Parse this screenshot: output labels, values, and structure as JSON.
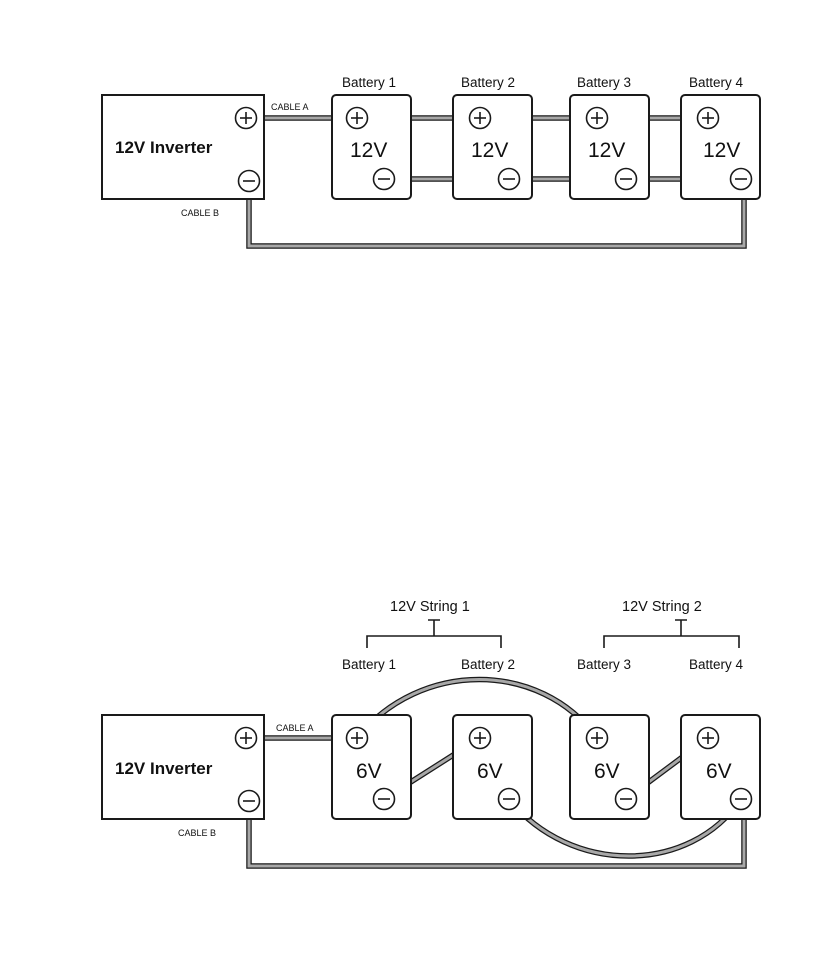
{
  "diagram_parallel": {
    "inverter_label": "12V  Inverter",
    "cable_a": "CABLE A",
    "cable_b": "CABLE B",
    "batteries": [
      {
        "name": "Battery 1",
        "voltage": "12V"
      },
      {
        "name": "Battery 2",
        "voltage": "12V"
      },
      {
        "name": "Battery 3",
        "voltage": "12V"
      },
      {
        "name": "Battery 4",
        "voltage": "12V"
      }
    ]
  },
  "diagram_series_parallel": {
    "inverter_label": "12V  Inverter",
    "cable_a": "CABLE A",
    "cable_b": "CABLE  B",
    "strings": [
      {
        "name": "12V String 1"
      },
      {
        "name": "12V String 2"
      }
    ],
    "batteries": [
      {
        "name": "Battery 1",
        "voltage": "6V"
      },
      {
        "name": "Battery 2",
        "voltage": "6V"
      },
      {
        "name": "Battery 3",
        "voltage": "6V"
      },
      {
        "name": "Battery 4",
        "voltage": "6V"
      }
    ]
  },
  "colors": {
    "line": "#1a1a1a",
    "wire_core": "#a8a8a8",
    "background": "#ffffff"
  }
}
